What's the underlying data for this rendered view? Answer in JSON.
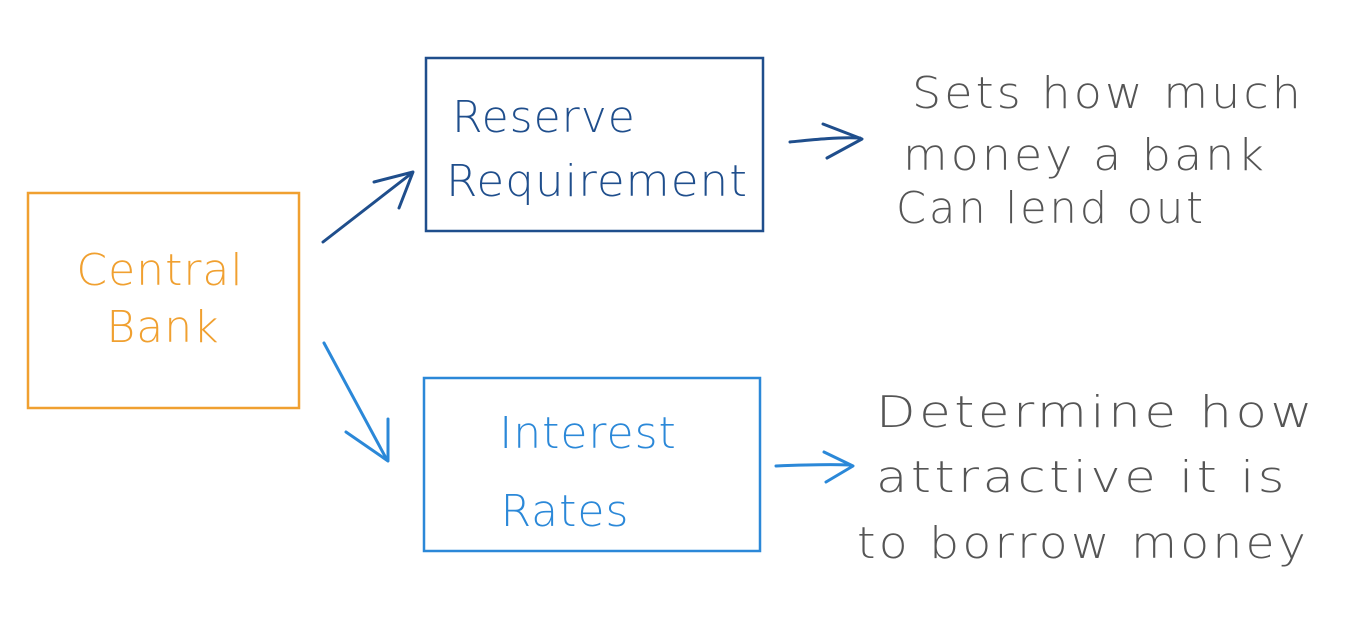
{
  "colors": {
    "central_bank": "#f0a030",
    "reserve_requirement": "#1f4e8c",
    "interest_rates": "#2b88d8",
    "note_text": "#555555",
    "background": "#ffffff"
  },
  "nodes": {
    "central_bank": {
      "line1": "Central",
      "line2": "Bank"
    },
    "reserve_requirement": {
      "line1": "Reserve",
      "line2": "Requirement"
    },
    "interest_rates": {
      "line1": "Interest",
      "line2": "Rates"
    }
  },
  "notes": {
    "reserve_requirement": {
      "line1": "Sets how much",
      "line2": "money a bank",
      "line3": "Can lend out"
    },
    "interest_rates": {
      "line1": "Determine how",
      "line2": "attractive it is",
      "line3": "to borrow money"
    }
  }
}
